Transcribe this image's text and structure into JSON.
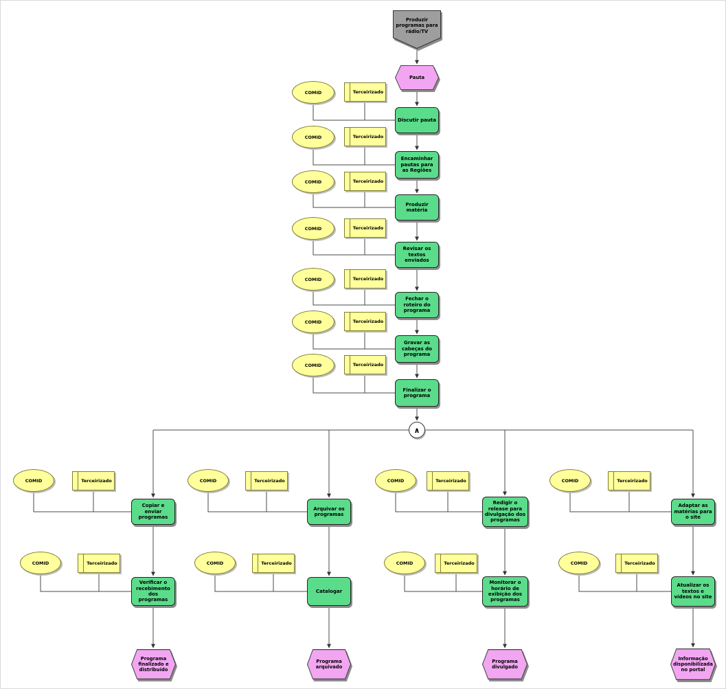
{
  "diagram": {
    "process_interface": "Produzir programas para rádio/TV",
    "trigger_event": "Pauta",
    "org_unit": "COMID",
    "role": "Terceirizado",
    "and_connector": "∧",
    "main_functions": [
      "Discutir pauta",
      "Encaminhar pautas para as Regiões",
      "Produzir matéria",
      "Revisar os textos enviados",
      "Fechar o roteiro do programa",
      "Gravar as cabeças do programa",
      "Finalizar o programa"
    ],
    "branches": [
      {
        "step1": "Copiar e enviar programas",
        "step2": "Verificar o recebimento dos programas",
        "end_event": "Programa finalizado e distribuído"
      },
      {
        "step1": "Arquivar os programas",
        "step2": "Catalogar",
        "end_event": "Programa arquivado"
      },
      {
        "step1": "Redigir o release para divulgação dos programas",
        "step2": "Monitorar o horário de exibição dos programas",
        "end_event": "Programa divulgado"
      },
      {
        "step1": "Adaptar as matérias para o site",
        "step2": "Atualizar os textos e vídeos no site",
        "end_event": "Informação disponibilizada no portal"
      }
    ],
    "colors": {
      "function_fill": "#5bdc8b",
      "event_fill": "#f2a6f2",
      "org_fill": "#ffff9c",
      "interface_fill": "#9e9e9e",
      "line": "#4a4a4a"
    }
  }
}
